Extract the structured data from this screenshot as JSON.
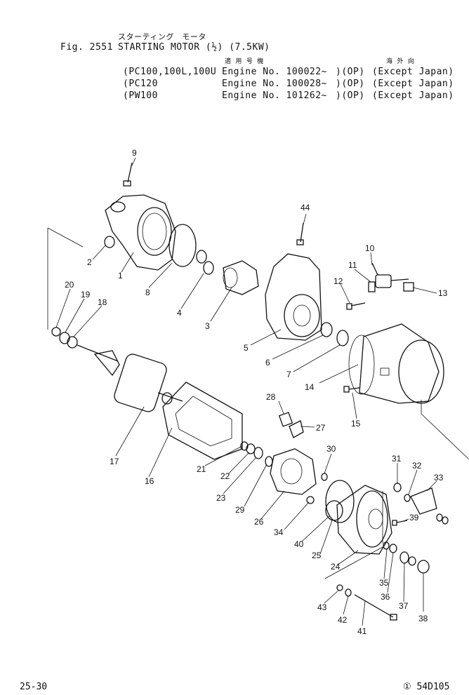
{
  "header": {
    "jp_title": "スターティング　モータ",
    "fig_no": "Fig. 2551",
    "title": "STARTING MOTOR (½) (7.5KW)",
    "jp_applicable": "適 用 号 機",
    "jp_overseas": "海 外 向",
    "rows": [
      {
        "model": "(PC100,100L,100U",
        "engine": "Engine No. 100022~",
        "op": ")(OP)",
        "note": "(Except Japan)"
      },
      {
        "model": "(PC120",
        "engine": "Engine No. 100028~",
        "op": ")(OP)",
        "note": "(Except Japan)"
      },
      {
        "model": "(PW100",
        "engine": "Engine No. 101262~",
        "op": ")(OP)",
        "note": "(Except Japan)"
      }
    ]
  },
  "callouts": [
    "1",
    "2",
    "3",
    "4",
    "5",
    "6",
    "7",
    "8",
    "9",
    "10",
    "11",
    "12",
    "13",
    "14",
    "15",
    "16",
    "17",
    "18",
    "19",
    "20",
    "21",
    "22",
    "23",
    "24",
    "25",
    "26",
    "27",
    "28",
    "29",
    "30",
    "31",
    "32",
    "33",
    "34",
    "35",
    "36",
    "37",
    "38",
    "39",
    "40",
    "41",
    "42",
    "43",
    "44"
  ],
  "footer": {
    "page": "25-30",
    "code": "① 54D105"
  }
}
